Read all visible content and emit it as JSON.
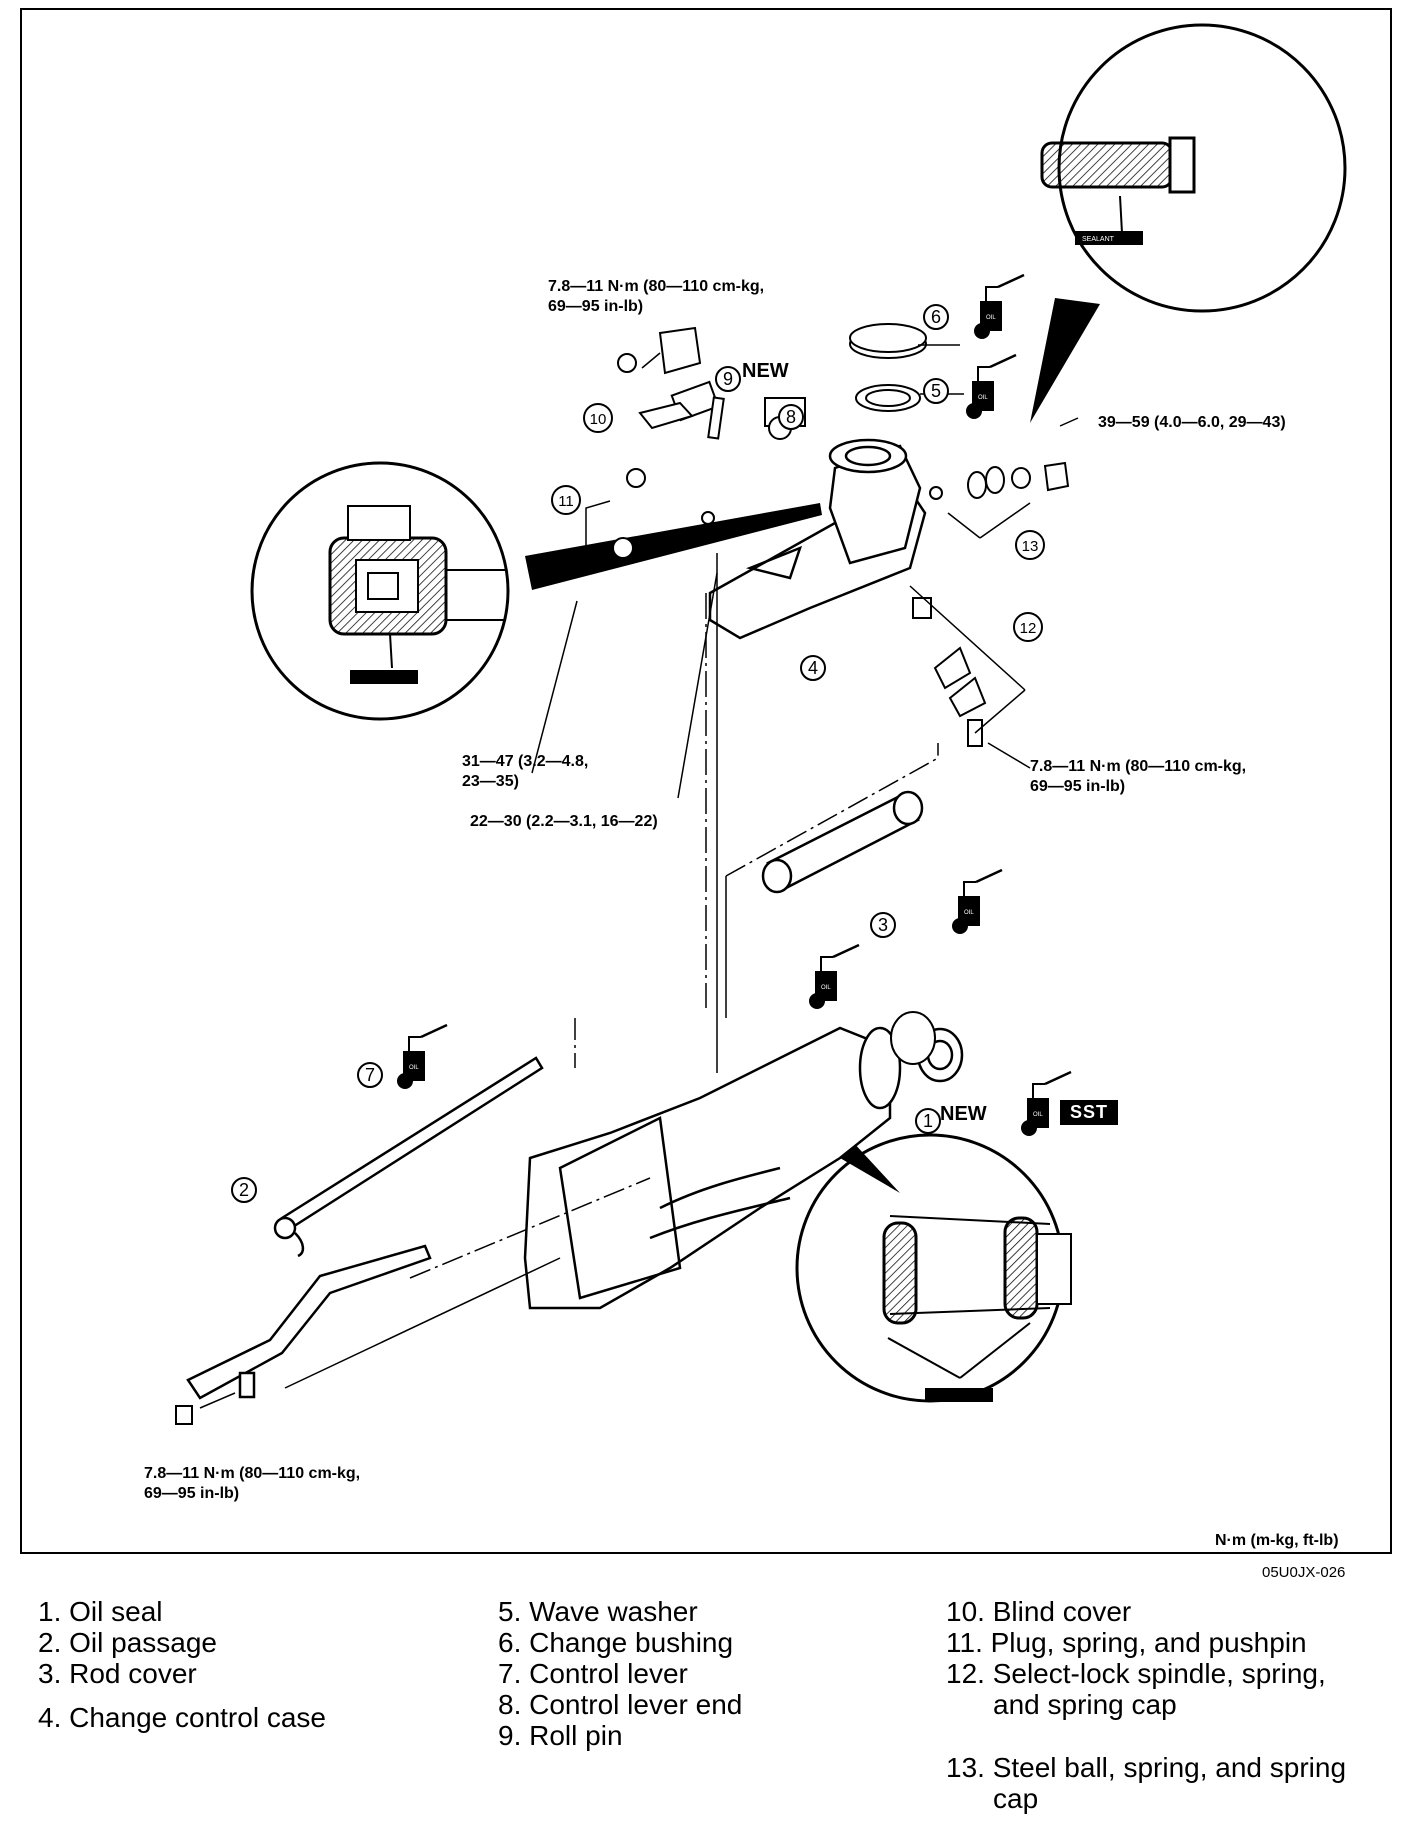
{
  "diagram_code": "05U0JX-026",
  "unit_note": "N·m (m-kg, ft-lb)",
  "torques": {
    "blind_cover_bolt": [
      "7.8—11 N·m (80—110 cm-kg,",
      "69—95 in-lb)"
    ],
    "plug_right": "39—59 (4.0—6.0, 29—43)",
    "spindle_bolt": [
      "7.8—11 N·m (80—110 cm-kg,",
      "69—95 in-lb)"
    ],
    "plug_left": [
      "31—47 (3.2—4.8,",
      "23—35)"
    ],
    "case_bolt": "22—30 (2.2—3.1, 16—22)",
    "oil_passage_bolt": [
      "7.8—11 N·m (80—110 cm-kg,",
      "69—95 in-lb)"
    ]
  },
  "markers": {
    "new": "NEW",
    "sst": "SST",
    "sealant": "SEALANT",
    "oil": "OIL"
  },
  "callouts": [
    "1",
    "2",
    "3",
    "4",
    "5",
    "6",
    "7",
    "8",
    "9",
    "10",
    "11",
    "12",
    "13"
  ],
  "legend": {
    "col1": [
      "1. Oil seal",
      "2. Oil passage",
      "3. Rod cover",
      "4. Change control case"
    ],
    "col2": [
      "5. Wave washer",
      "6. Change bushing",
      "7. Control lever",
      "8. Control lever end",
      "9. Roll pin"
    ],
    "col3": [
      "10. Blind cover",
      "11. Plug, spring, and pushpin",
      "12. Select-lock spindle, spring,",
      "and spring cap",
      "13. Steel ball, spring, and spring",
      "cap"
    ]
  }
}
